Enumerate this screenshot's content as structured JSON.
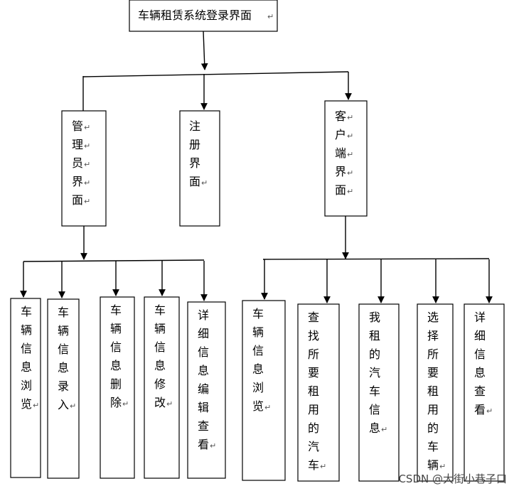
{
  "title": "车辆租赁系统登录界面",
  "level1": [
    {
      "id": "admin",
      "label": "管理员界面"
    },
    {
      "id": "register",
      "label": "注册界面"
    },
    {
      "id": "client",
      "label": "客户端界面"
    }
  ],
  "admin_children": [
    {
      "id": "admin-browse",
      "label": "车辆信息浏览"
    },
    {
      "id": "admin-add",
      "label": "车辆信息录入"
    },
    {
      "id": "admin-delete",
      "label": "车辆信息删除"
    },
    {
      "id": "admin-edit",
      "label": "车辆信息修改"
    },
    {
      "id": "admin-detail",
      "label": "详细信息编辑查看"
    }
  ],
  "client_children": [
    {
      "id": "client-browse",
      "label": "车辆信息浏览"
    },
    {
      "id": "client-search",
      "label": "查找所要租用的汽车"
    },
    {
      "id": "client-mine",
      "label": "我租的汽车信息"
    },
    {
      "id": "client-select",
      "label": "选择所要租用的车辆"
    },
    {
      "id": "client-detail",
      "label": "详细信息查看"
    }
  ],
  "return_mark": "↵",
  "watermark": "CSDN @大街小巷子口"
}
